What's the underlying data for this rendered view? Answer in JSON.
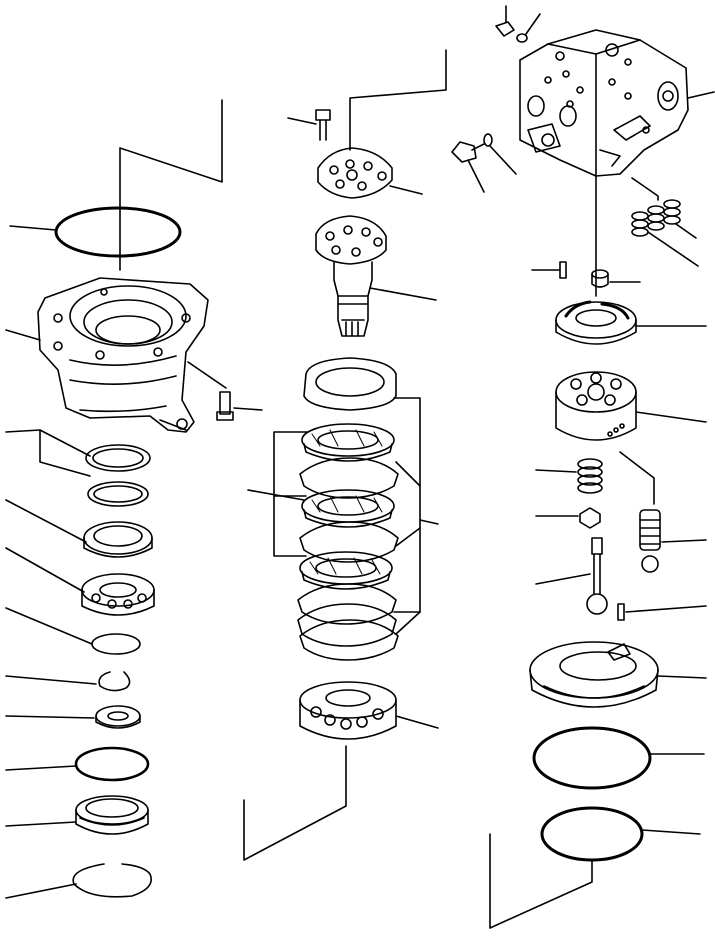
{
  "diagram": {
    "type": "exploded-parts-view",
    "line_color": "#000000",
    "background": "#ffffff",
    "columns": [
      {
        "id": "left",
        "parts": [
          "o-ring",
          "motor-housing",
          "housing-bolt",
          "shim-1",
          "shim-2",
          "oil-seal",
          "roller-bearing",
          "snap-ring",
          "retaining-ring",
          "small-bearing",
          "o-ring-2",
          "seal-retainer",
          "snap-ring-2"
        ]
      },
      {
        "id": "center",
        "parts": [
          "screw",
          "retainer-plate",
          "output-shaft",
          "brake-plate-1",
          "friction-disc-1",
          "plate-2",
          "friction-disc-2",
          "plate-3",
          "friction-disc-3",
          "plate-4",
          "plate-5",
          "plate-6",
          "taper-bearing"
        ]
      },
      {
        "id": "right",
        "parts": [
          "valve-block",
          "plug-bolt",
          "o-ring-small",
          "plug-bolt-2",
          "check-spring-set",
          "dowel-pin",
          "spacer",
          "valve-plate",
          "cylinder-block",
          "spring",
          "nut",
          "piston-assembly",
          "center-shaft",
          "pin",
          "swash-plate",
          "o-ring-3",
          "o-ring-4"
        ]
      }
    ]
  }
}
